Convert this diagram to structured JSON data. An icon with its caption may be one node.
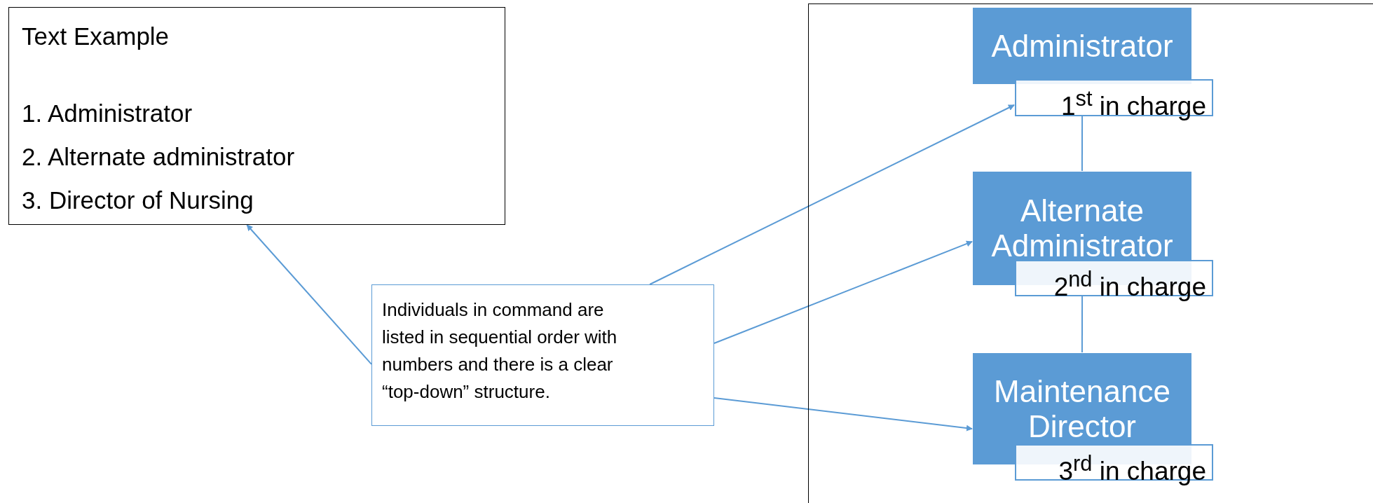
{
  "diagram": {
    "nodes": [
      {
        "text": [
          "Text Example",
          "1. Administrator",
          "2. Alternate administrator",
          "3. Director of Nursing"
        ]
      },
      {
        "text": [
          "Individuals in command are listed in sequential order with numbers and there is a clear “top-down” structure."
        ]
      },
      {
        "text": [],
        "shape": "box"
      },
      {
        "text": [
          "Administrator"
        ],
        "in": 2
      },
      {
        "text": [
          "1$^{st}$ in charge"
        ],
        "in": 2
      },
      {
        "text": [
          "Alternate Administrator"
        ],
        "in": 2
      },
      {
        "text": [
          "2$^{nd}$ in charge"
        ],
        "in": 2
      },
      {
        "text": [
          "Maintenance Director"
        ],
        "in": 2
      },
      {
        "text": [
          "3$^{rd}$ in charge"
        ],
        "in": 2
      }
    ],
    "edges": [
      {
        "from": 1,
        "to": 0,
        "arrow": "to"
      },
      {
        "from": 1,
        "to": 4,
        "arrow": "to"
      },
      {
        "from": 1,
        "to": 5,
        "arrow": "to"
      },
      {
        "from": 1,
        "to": 7,
        "arrow": "to"
      },
      {
        "from": 4,
        "to": 5,
        "arrow": "none"
      },
      {
        "from": 6,
        "to": 7,
        "arrow": "none"
      }
    ]
  }
}
